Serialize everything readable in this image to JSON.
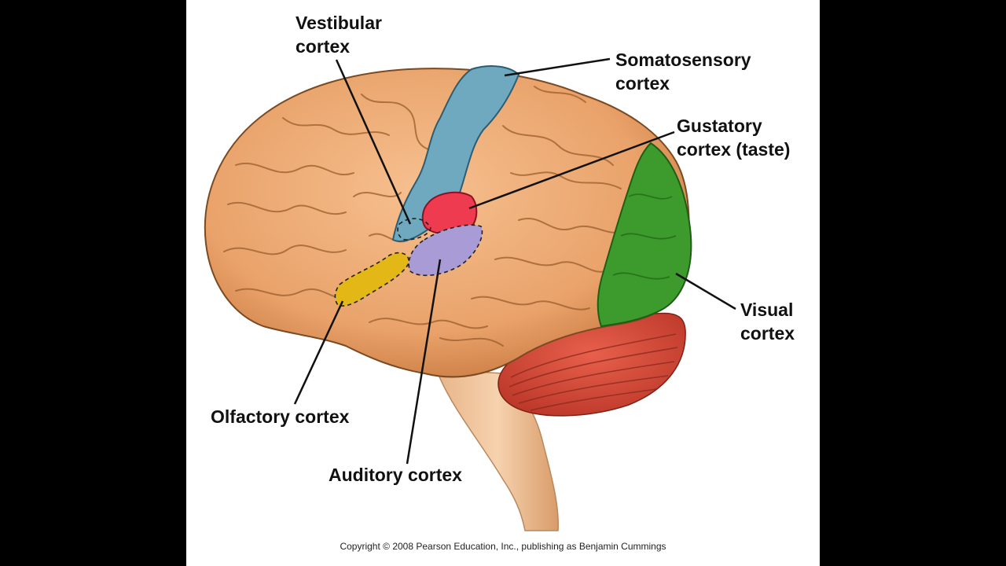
{
  "labels": {
    "vestibular": [
      "Vestibular",
      "cortex"
    ],
    "somatosensory": [
      "Somatosensory",
      "cortex"
    ],
    "gustatory": [
      "Gustatory",
      "cortex (taste)"
    ],
    "visual": [
      "Visual",
      "cortex"
    ],
    "olfactory": "Olfactory cortex",
    "auditory": "Auditory cortex"
  },
  "copyright": "Copyright © 2008 Pearson Education, Inc., publishing as Benjamin Cummings",
  "colors": {
    "background": "#000000",
    "panel": "#ffffff",
    "cerebrum": "#e9a26a",
    "cerebrum_outline": "#7a4a22",
    "somatosensory": "#6fa9c0",
    "gustatory": "#ee3b4f",
    "auditory": "#a99bd6",
    "olfactory": "#e3b715",
    "visual": "#3d9b2d",
    "cerebellum": "#d24a3a",
    "brainstem": "#f0c299"
  }
}
